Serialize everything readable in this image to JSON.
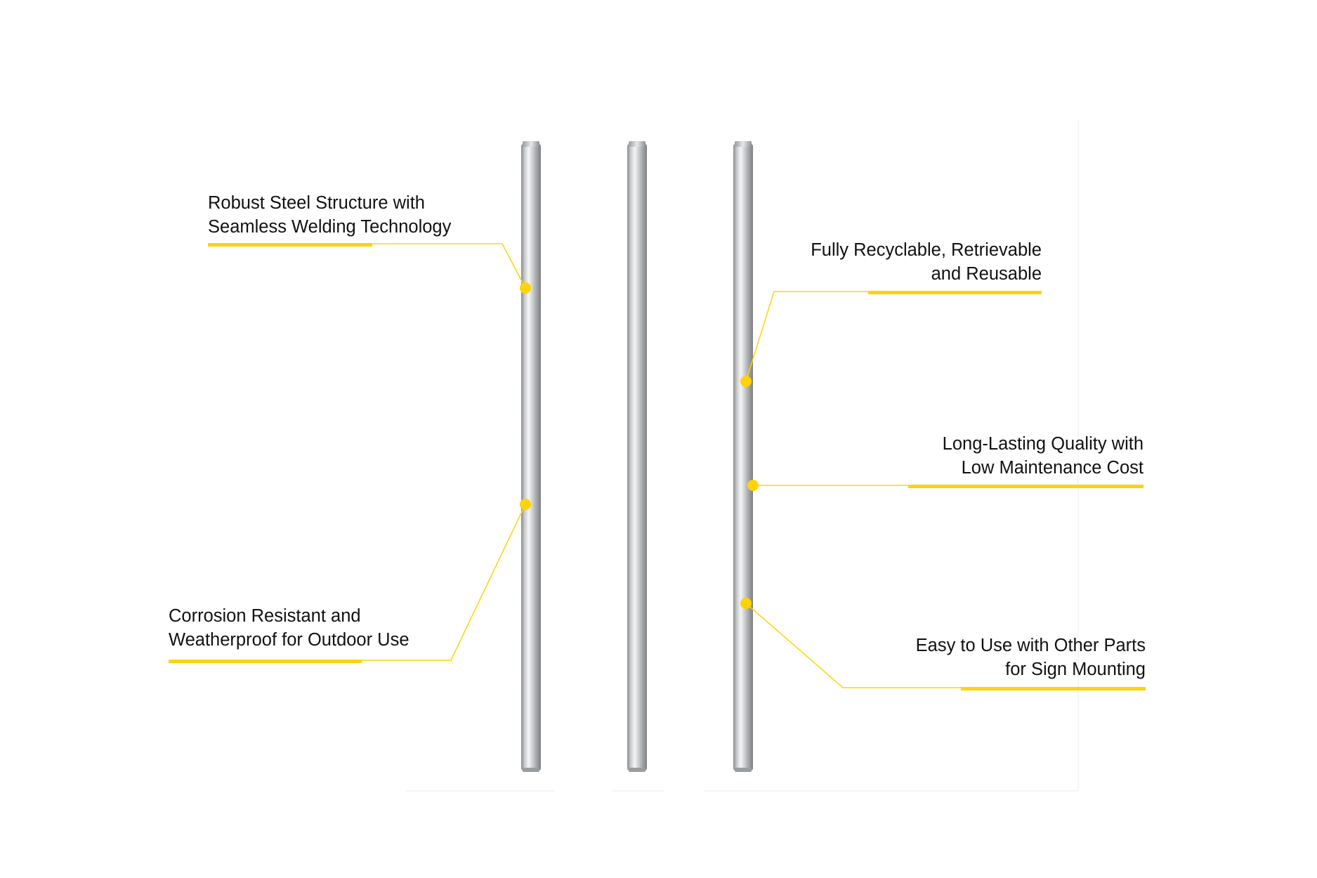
{
  "colors": {
    "accent": "#FFD20A",
    "text": "#111111",
    "background": "#FFFFFF"
  },
  "callouts": [
    {
      "id": "structure",
      "lines": [
        "Robust Steel Structure with",
        "Seamless Welding Technology"
      ]
    },
    {
      "id": "corrosion",
      "lines": [
        "Corrosion Resistant and",
        "Weatherproof for Outdoor Use"
      ]
    },
    {
      "id": "recyclable",
      "lines": [
        "Fully Recyclable, Retrievable",
        "and Reusable"
      ]
    },
    {
      "id": "quality",
      "lines": [
        "Long-Lasting Quality with",
        "Low Maintenance Cost"
      ]
    },
    {
      "id": "mounting",
      "lines": [
        "Easy to Use with Other Parts",
        "for Sign Mounting"
      ]
    }
  ]
}
